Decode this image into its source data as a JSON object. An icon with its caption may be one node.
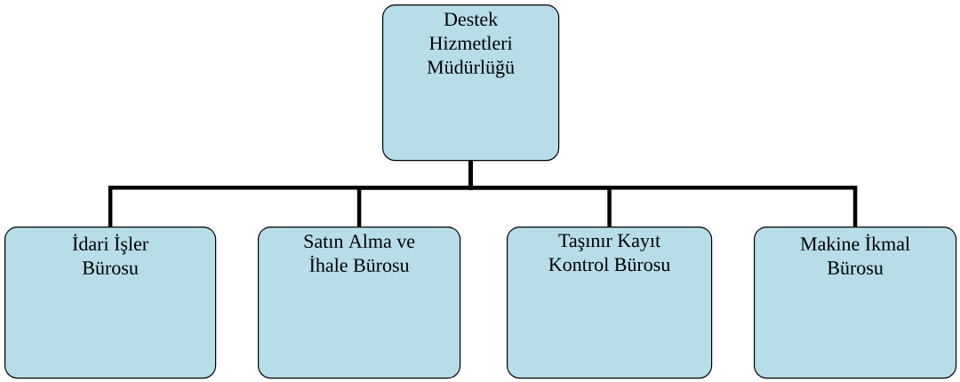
{
  "diagram": {
    "nodes": [
      {
        "text": [
          "Destek Hizmetleri Müdürlüğü"
        ]
      },
      {
        "text": [
          "İdari İşler Bürosu"
        ]
      },
      {
        "text": [
          "Satın Alma ve İhale Bürosu"
        ]
      },
      {
        "text": [
          "Taşınır Kayıt Kontrol Bürosu"
        ]
      },
      {
        "text": [
          "Makine İkmal Bürosu"
        ]
      }
    ],
    "edges": [
      {
        "from": 0,
        "to": 1,
        "arrow": "none"
      },
      {
        "from": 0,
        "to": 2,
        "arrow": "none"
      },
      {
        "from": 0,
        "to": 3,
        "arrow": "none"
      },
      {
        "from": 0,
        "to": 4,
        "arrow": "none"
      }
    ]
  }
}
